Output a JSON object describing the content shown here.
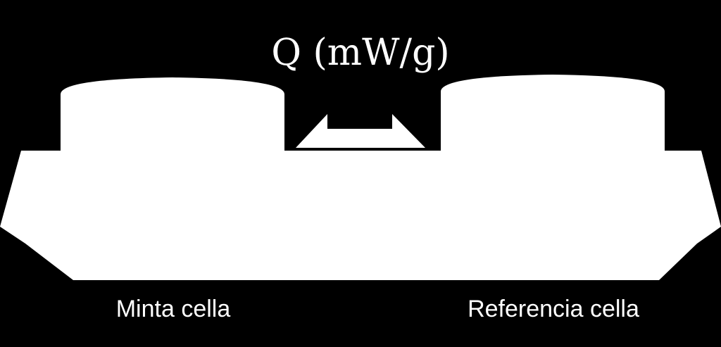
{
  "title": "Q (mW/g)",
  "labels": {
    "sample_cell": "Minta cella",
    "reference_cell": "Referencia cella"
  },
  "colors": {
    "background": "#000000",
    "foreground": "#ffffff"
  }
}
